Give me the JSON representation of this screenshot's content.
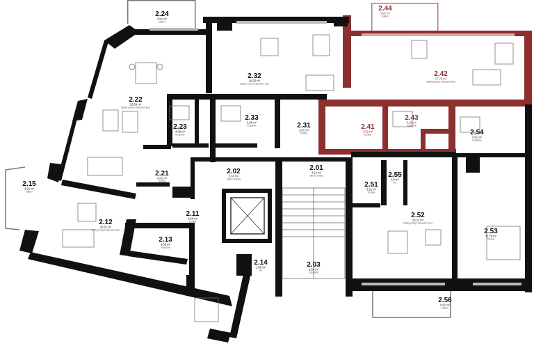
{
  "accent_color": "#8c2f2f",
  "rooms": [
    {
      "id": "2.24",
      "area": "3,91 m²",
      "name": "balkon",
      "highlight": false
    },
    {
      "id": "2.44",
      "area": "3,91 m²",
      "name": "balkon",
      "highlight": true
    },
    {
      "id": "2.22",
      "area": "23,09 m²",
      "name": "dětský pokoj s obývacím kout",
      "highlight": false
    },
    {
      "id": "2.32",
      "area": "18,25 m²",
      "name": "dětský pokoj s obývacím kout",
      "highlight": false
    },
    {
      "id": "2.42",
      "area": "17,72 m²",
      "name": "dětský pokoj s obývacím kout",
      "highlight": true
    },
    {
      "id": "2.23",
      "area": "4,09 m²",
      "name": "koupelna",
      "highlight": false
    },
    {
      "id": "2.33",
      "area": "3,95 m²",
      "name": "koupelna",
      "highlight": false
    },
    {
      "id": "2.31",
      "area": "3,61 m²",
      "name": "chodba",
      "highlight": false
    },
    {
      "id": "2.41",
      "area": "3,52 m²",
      "name": "chodba",
      "highlight": true
    },
    {
      "id": "2.43",
      "area": "3,93 m²",
      "name": "koupelna",
      "highlight": true
    },
    {
      "id": "2.54",
      "area": "3,91 m²",
      "name": "koupelna",
      "highlight": false
    },
    {
      "id": "2.21",
      "area": "3,61 m²",
      "name": "chodba",
      "highlight": false
    },
    {
      "id": "2.02",
      "area": "5,63 m²",
      "name": "hlavní chodba",
      "highlight": false
    },
    {
      "id": "2.01",
      "area": "4,21 m²",
      "name": "hlavní chodba",
      "highlight": false
    },
    {
      "id": "2.15",
      "area": "3,91 m²",
      "name": "balkon",
      "highlight": false
    },
    {
      "id": "2.51",
      "area": "3,91 m²",
      "name": "chodba",
      "highlight": false
    },
    {
      "id": "2.55",
      "area": "1,9 m²",
      "name": "wc",
      "highlight": false
    },
    {
      "id": "2.12",
      "area": "28,51 m²",
      "name": "dětský pokoj s obývacím kout",
      "highlight": false
    },
    {
      "id": "2.11",
      "area": "3,56 m²",
      "name": "chodba",
      "highlight": false
    },
    {
      "id": "2.52",
      "area": "16,11 m²",
      "name": "dětský pokoj s obývacím kout",
      "highlight": false
    },
    {
      "id": "2.53",
      "area": "11,76 m²",
      "name": "ložnice",
      "highlight": false
    },
    {
      "id": "2.13",
      "area": "3,58 m²",
      "name": "koupelna",
      "highlight": false
    },
    {
      "id": "2.14",
      "area": "1,80 m²",
      "name": "wc",
      "highlight": false
    },
    {
      "id": "2.03",
      "area": "9,20 m²",
      "name": "schodiště",
      "highlight": false
    },
    {
      "id": "2.56",
      "area": "4,91 m²",
      "name": "balkon",
      "highlight": false
    }
  ]
}
